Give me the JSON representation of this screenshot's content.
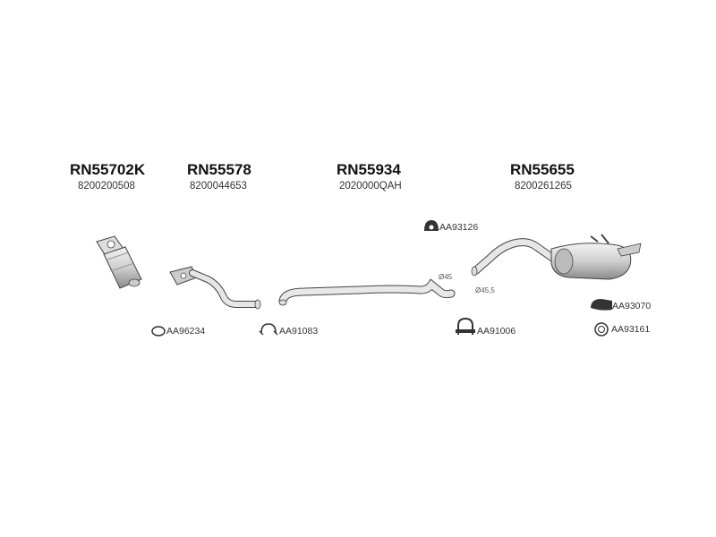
{
  "parts": [
    {
      "code": "RN55702K",
      "oem": "8200200508"
    },
    {
      "code": "RN55578",
      "oem": "8200044653"
    },
    {
      "code": "RN55934",
      "oem": "2020000QAH"
    },
    {
      "code": "RN55655",
      "oem": "8200261265"
    }
  ],
  "accessories": [
    {
      "code": "AA93126",
      "icon": "rubber-mount-icon"
    },
    {
      "code": "AA96234",
      "icon": "gasket-ring-icon"
    },
    {
      "code": "AA91083",
      "icon": "clamp-ring-icon"
    },
    {
      "code": "AA91006",
      "icon": "u-bolt-clamp-icon"
    },
    {
      "code": "AA93070",
      "icon": "heat-shield-icon"
    },
    {
      "code": "AA93161",
      "icon": "flange-ring-icon"
    }
  ],
  "dimensions": [
    "Ø45",
    "Ø45,5"
  ]
}
